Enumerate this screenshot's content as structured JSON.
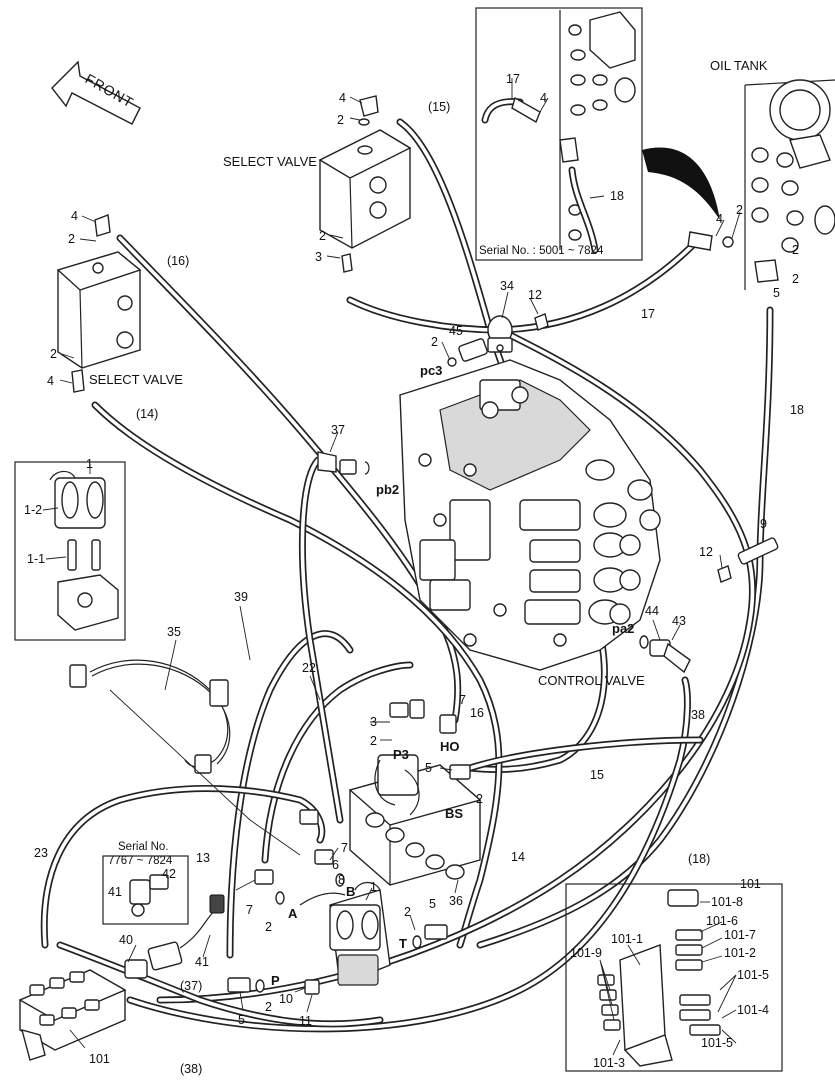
{
  "arrow_label": "FRONT",
  "component_labels": {
    "select_valve_top": "SELECT VALVE",
    "select_valve_left": "SELECT VALVE",
    "oil_tank": "OIL TANK",
    "control_valve": "CONTROL VALVE"
  },
  "inset_serial_top": "Serial No. : 5001 ~ 7824",
  "inset_serial_small_line1": "Serial No.",
  "inset_serial_small_line2": "7767 ~ 7824",
  "port_labels": {
    "pc3": "pc3",
    "pb2": "pb2",
    "pa2": "pa2",
    "P3": "P3",
    "HO": "HO",
    "BS": "BS",
    "A": "A",
    "B": "B",
    "T": "T",
    "P": "P"
  },
  "part_labels": {
    "n4a": "4",
    "n2a": "2",
    "n15a": "(15)",
    "n2b": "2",
    "n3a": "3",
    "n4b": "4",
    "n2c": "2",
    "n16a": "(16)",
    "n2d": "2",
    "n4c": "4",
    "n14a": "(14)",
    "n17a": "17",
    "n4d": "4",
    "n18a": "18",
    "n4e": "4",
    "n2e": "2",
    "n2f": "2",
    "n5a": "5",
    "n2g": "2",
    "n34": "34",
    "n12a": "12",
    "n17b": "17",
    "n2h": "2",
    "n45": "45",
    "n37": "37",
    "n18b": "18",
    "n9": "9",
    "n12b": "12",
    "n1a": "1",
    "n1_2": "1-2",
    "n1_1": "1-1",
    "n39": "39",
    "n35": "35",
    "n22": "22",
    "n44": "44",
    "n43": "43",
    "n7a": "7",
    "n16b": "16",
    "n3b": "3",
    "n2i": "2",
    "n5b": "5",
    "n2j": "2",
    "n38": "38",
    "n15b": "15",
    "n14b": "14",
    "n18c": "(18)",
    "n23": "23",
    "n13": "13",
    "n7b": "7",
    "n6": "6",
    "n8": "8",
    "n1b": "1",
    "n7c": "7",
    "n2k": "2",
    "n36": "36",
    "n41a": "41",
    "n42": "42",
    "n40": "40",
    "n41b": "41",
    "n2l": "2",
    "n5c": "5",
    "n37b": "(37)",
    "n5d": "5",
    "n2m": "2",
    "n10": "10",
    "n11": "11",
    "n101a": "101",
    "n38b": "(38)",
    "n101b": "101",
    "n101_8": "101-8",
    "n101_1": "101-1",
    "n101_6": "101-6",
    "n101_7": "101-7",
    "n101_9": "101-9",
    "n101_2": "101-2",
    "n101_5a": "101-5",
    "n101_4": "101-4",
    "n101_3": "101-3",
    "n101_5b": "101-5"
  },
  "icons": [
    "front-arrow-icon",
    "curved-arrow-icon"
  ]
}
